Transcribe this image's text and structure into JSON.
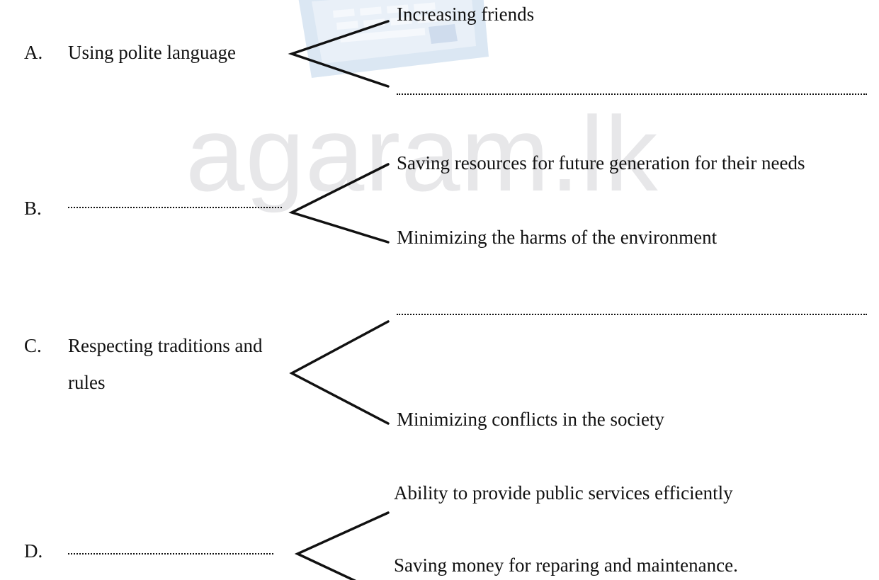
{
  "watermark": {
    "text": "agaram.lk"
  },
  "items": [
    {
      "letter": "A.",
      "cause": "Using polite language",
      "cause_blank": false,
      "effects": [
        {
          "text": "Increasing friends",
          "blank": false
        },
        {
          "text": "",
          "blank": true
        }
      ]
    },
    {
      "letter": "B.",
      "cause": "",
      "cause_blank": true,
      "effects": [
        {
          "text": "Saving resources for future generation for their needs",
          "blank": false
        },
        {
          "text": "Minimizing the harms of the environment",
          "blank": false
        }
      ]
    },
    {
      "letter": "C.",
      "cause_line1": "Respecting traditions and",
      "cause_line2": "rules",
      "cause_blank": false,
      "effects": [
        {
          "text": "",
          "blank": true
        },
        {
          "text": "Minimizing conflicts in the society",
          "blank": false
        }
      ]
    },
    {
      "letter": "D.",
      "cause": "",
      "cause_blank": true,
      "effects": [
        {
          "text": "Ability to provide public services efficiently",
          "blank": false
        },
        {
          "text": "Saving money for reparing and maintenance.",
          "blank": false
        }
      ]
    }
  ],
  "colors": {
    "text": "#111111",
    "watermark": "#e7e7e9",
    "watermark_logo": "#dbe7f3"
  }
}
